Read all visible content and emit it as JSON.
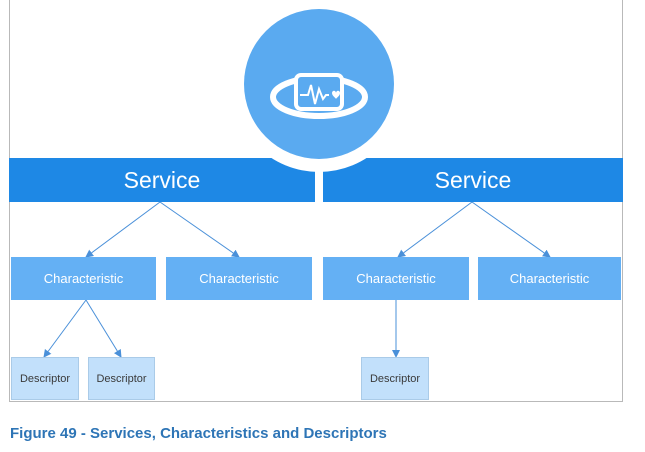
{
  "services": [
    {
      "label": "Service"
    },
    {
      "label": "Service"
    }
  ],
  "characteristics": [
    {
      "label": "Characteristic"
    },
    {
      "label": "Characteristic"
    },
    {
      "label": "Characteristic"
    },
    {
      "label": "Characteristic"
    }
  ],
  "descriptors": [
    {
      "label": "Descriptor"
    },
    {
      "label": "Descriptor"
    },
    {
      "label": "Descriptor"
    }
  ],
  "hub_icon": "heart-rate-wristband-icon",
  "caption": "Figure 49 - Services, Characteristics and Descriptors",
  "colors": {
    "service": "#1e88e5",
    "characteristic": "#64b0f4",
    "descriptor": "#c2e0fb",
    "arrow": "#4a90d9",
    "caption": "#2e75b6"
  }
}
